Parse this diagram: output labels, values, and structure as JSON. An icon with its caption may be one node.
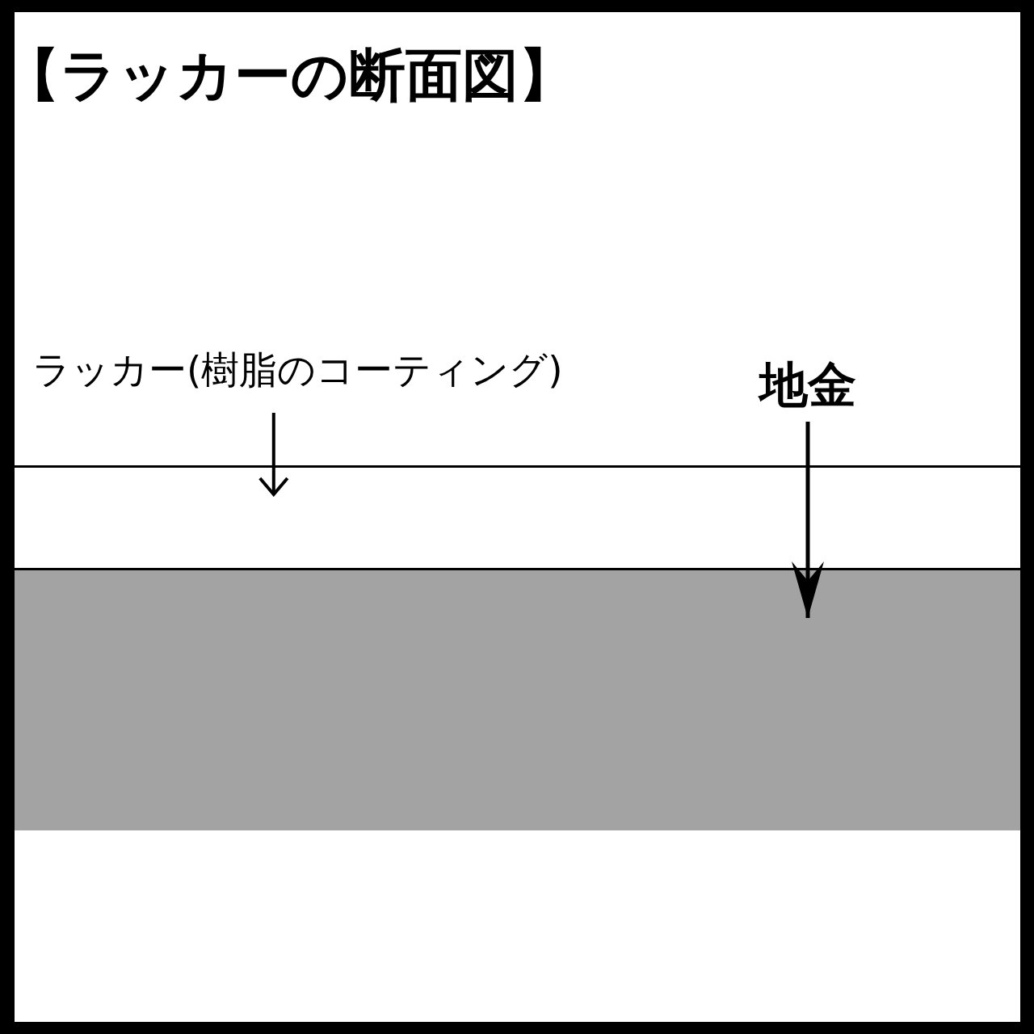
{
  "diagram": {
    "title": "【ラッカーの断面図】",
    "nodes": [
      {
        "text": [
          "ラッカー(樹脂のコーティング)"
        ]
      },
      {
        "text": [
          "地金"
        ]
      },
      {
        "text": [],
        "shape": "box"
      },
      {
        "text": [],
        "shape": "box"
      }
    ],
    "edges": [
      {
        "from": 0,
        "to": 2,
        "arrow": "to"
      },
      {
        "from": 1,
        "to": 3,
        "arrow": "to"
      }
    ]
  }
}
